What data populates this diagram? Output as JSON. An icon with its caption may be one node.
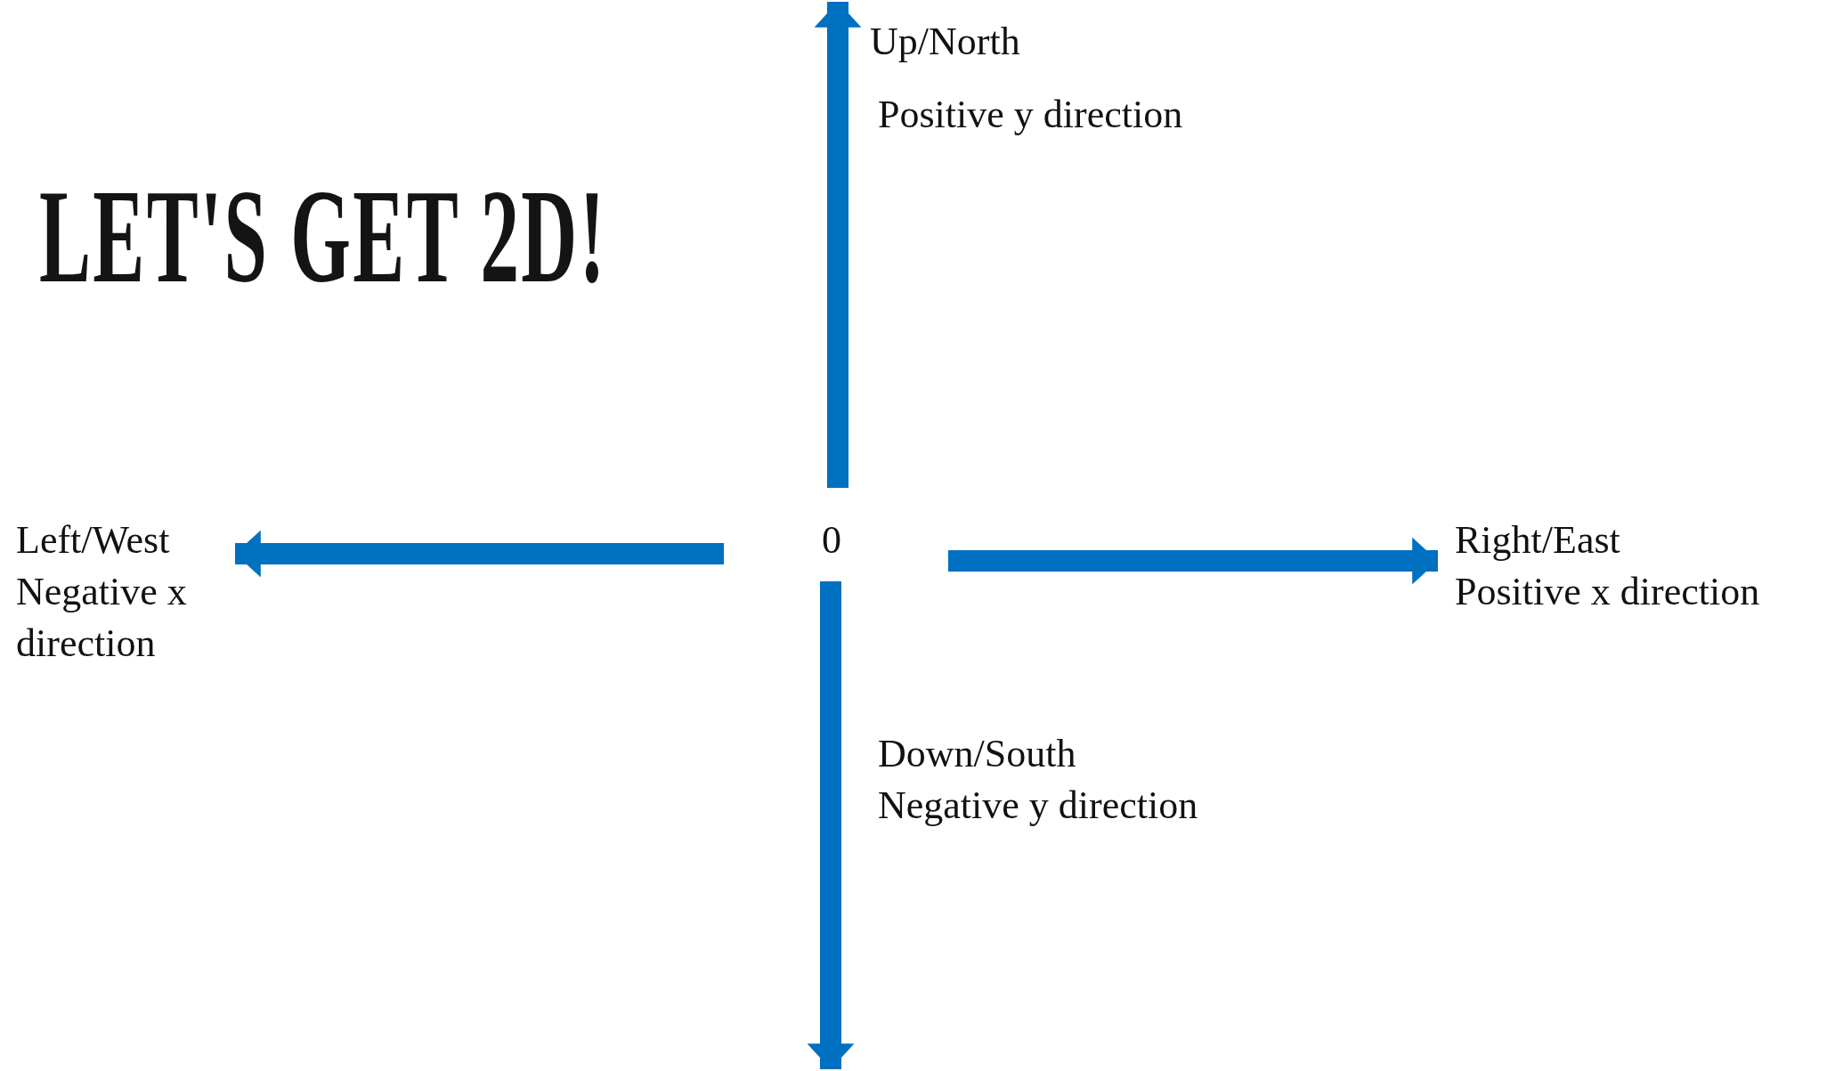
{
  "diagram": {
    "title": "LET'S GET 2D!",
    "labels": [
      "Up/North",
      "Positive y direction",
      "Left/West",
      "Negative x direction",
      "0",
      "Right/East",
      "Positive x direction",
      "Down/South",
      "Negative y direction"
    ]
  }
}
